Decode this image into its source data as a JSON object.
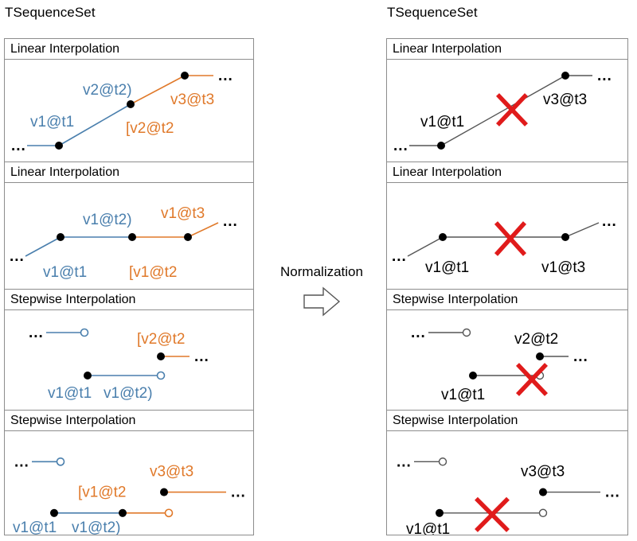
{
  "columns": {
    "left_title": "TSequenceSet",
    "right_title": "TSequenceSet"
  },
  "center": {
    "label": "Normalization",
    "arrow_icon": "right-arrow-icon"
  },
  "colors": {
    "blue": "#4a7fad",
    "orange": "#e0792a",
    "black": "#000000",
    "red_cross": "#e01b1b",
    "border": "#8d8d8d",
    "background": "#ffffff"
  },
  "left_panels": [
    {
      "header": "Linear Interpolation",
      "interpolation": "linear",
      "labels": [
        {
          "text": "v1@t1",
          "color": "blue"
        },
        {
          "text": "v2@t2)",
          "color": "blue"
        },
        {
          "text": "[v2@t2",
          "color": "orange"
        },
        {
          "text": "v3@t3",
          "color": "orange"
        }
      ],
      "ellipses": [
        "...",
        "..."
      ]
    },
    {
      "header": "Linear Interpolation",
      "interpolation": "linear",
      "labels": [
        {
          "text": "v1@t1",
          "color": "blue"
        },
        {
          "text": "v1@t2)",
          "color": "blue"
        },
        {
          "text": "[v1@t2",
          "color": "orange"
        },
        {
          "text": "v1@t3",
          "color": "orange"
        }
      ],
      "ellipses": [
        "...",
        "..."
      ]
    },
    {
      "header": "Stepwise Interpolation",
      "interpolation": "stepwise",
      "labels": [
        {
          "text": "v1@t1",
          "color": "blue"
        },
        {
          "text": "v1@t2)",
          "color": "blue"
        },
        {
          "text": "[v2@t2",
          "color": "orange"
        }
      ],
      "ellipses": [
        "...",
        "..."
      ]
    },
    {
      "header": "Stepwise Interpolation",
      "interpolation": "stepwise",
      "labels": [
        {
          "text": "v1@t1",
          "color": "blue"
        },
        {
          "text": "v1@t2)",
          "color": "blue"
        },
        {
          "text": "[v1@t2",
          "color": "orange"
        },
        {
          "text": "v3@t3",
          "color": "orange"
        }
      ],
      "ellipses": [
        "...",
        "..."
      ]
    }
  ],
  "right_panels": [
    {
      "header": "Linear Interpolation",
      "interpolation": "linear",
      "labels": [
        {
          "text": "v1@t1",
          "color": "black"
        },
        {
          "text": "v3@t3",
          "color": "black"
        }
      ],
      "ellipses": [
        "...",
        "..."
      ],
      "cross_marker": true
    },
    {
      "header": "Linear Interpolation",
      "interpolation": "linear",
      "labels": [
        {
          "text": "v1@t1",
          "color": "black"
        },
        {
          "text": "v1@t3",
          "color": "black"
        }
      ],
      "ellipses": [
        "...",
        "..."
      ],
      "cross_marker": true
    },
    {
      "header": "Stepwise Interpolation",
      "interpolation": "stepwise",
      "labels": [
        {
          "text": "v1@t1",
          "color": "black"
        },
        {
          "text": "v2@t2",
          "color": "black"
        }
      ],
      "ellipses": [
        "...",
        "..."
      ],
      "cross_marker": true
    },
    {
      "header": "Stepwise Interpolation",
      "interpolation": "stepwise",
      "labels": [
        {
          "text": "v1@t1",
          "color": "black"
        },
        {
          "text": "v3@t3",
          "color": "black"
        }
      ],
      "ellipses": [
        "...",
        "..."
      ],
      "cross_marker": true
    }
  ]
}
